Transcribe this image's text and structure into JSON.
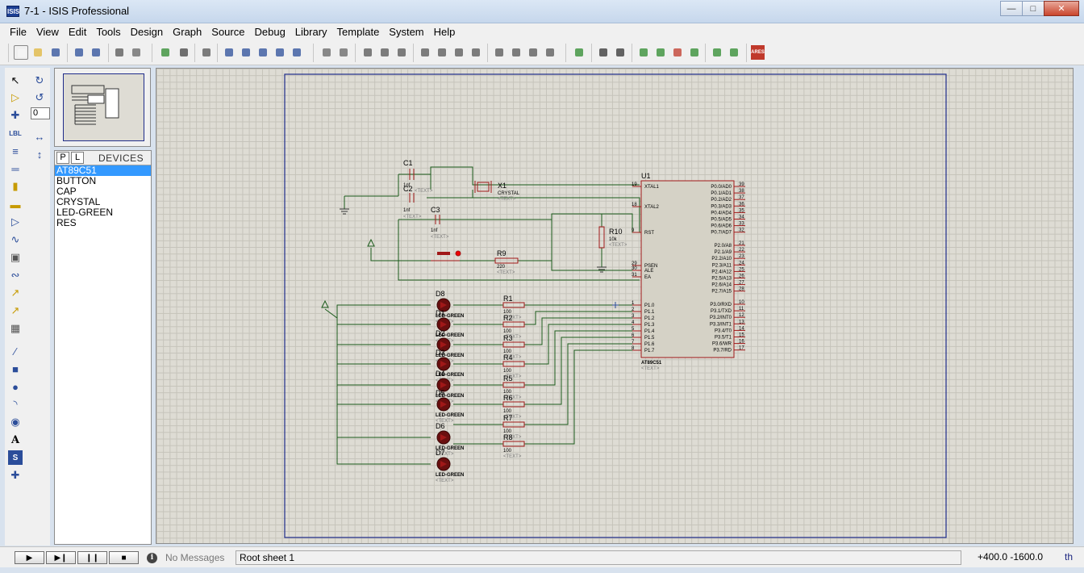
{
  "window": {
    "title": "7-1 - ISIS Professional",
    "icon_text": "ISIS",
    "min_icon": "minimize-icon",
    "max_icon": "maximize-icon",
    "close_icon": "close-icon"
  },
  "menu": [
    "File",
    "View",
    "Edit",
    "Tools",
    "Design",
    "Graph",
    "Source",
    "Debug",
    "Library",
    "Template",
    "System",
    "Help"
  ],
  "toolbar": {
    "ares_label": "ARES"
  },
  "left_tools": {
    "rotation_value": "0"
  },
  "devices": {
    "tab_p": "P",
    "tab_l": "L",
    "title": "DEVICES",
    "items": [
      "AT89C51",
      "BUTTON",
      "CAP",
      "CRYSTAL",
      "LED-GREEN",
      "RES"
    ],
    "selected_index": 0
  },
  "schematic": {
    "u1": {
      "ref": "U1",
      "part": "AT89C51",
      "text_placeholder": "<TEXT>",
      "left_pins": [
        {
          "num": "19",
          "name": "XTAL1"
        },
        {
          "num": "18",
          "name": "XTAL2"
        },
        {
          "num": "9",
          "name": "RST"
        },
        {
          "num": "29",
          "name": "PSEN"
        },
        {
          "num": "30",
          "name": "ALE"
        },
        {
          "num": "31",
          "name": "EA"
        },
        {
          "num": "1",
          "name": "P1.0"
        },
        {
          "num": "2",
          "name": "P1.1"
        },
        {
          "num": "3",
          "name": "P1.2"
        },
        {
          "num": "4",
          "name": "P1.3"
        },
        {
          "num": "5",
          "name": "P1.4"
        },
        {
          "num": "6",
          "name": "P1.5"
        },
        {
          "num": "7",
          "name": "P1.6"
        },
        {
          "num": "8",
          "name": "P1.7"
        }
      ],
      "right_pins": [
        {
          "num": "39",
          "name": "P0.0/AD0"
        },
        {
          "num": "38",
          "name": "P0.1/AD1"
        },
        {
          "num": "37",
          "name": "P0.2/AD2"
        },
        {
          "num": "36",
          "name": "P0.3/AD3"
        },
        {
          "num": "35",
          "name": "P0.4/AD4"
        },
        {
          "num": "34",
          "name": "P0.5/AD5"
        },
        {
          "num": "33",
          "name": "P0.6/AD6"
        },
        {
          "num": "32",
          "name": "P0.7/AD7"
        },
        {
          "num": "21",
          "name": "P2.0/A8"
        },
        {
          "num": "22",
          "name": "P2.1/A9"
        },
        {
          "num": "23",
          "name": "P2.2/A10"
        },
        {
          "num": "24",
          "name": "P2.3/A11"
        },
        {
          "num": "25",
          "name": "P2.4/A12"
        },
        {
          "num": "26",
          "name": "P2.5/A13"
        },
        {
          "num": "27",
          "name": "P2.6/A14"
        },
        {
          "num": "28",
          "name": "P2.7/A15"
        },
        {
          "num": "10",
          "name": "P3.0/RXD"
        },
        {
          "num": "11",
          "name": "P3.1/TXD"
        },
        {
          "num": "12",
          "name": "P3.2/INT0"
        },
        {
          "num": "13",
          "name": "P3.3/INT1"
        },
        {
          "num": "14",
          "name": "P3.4/T0"
        },
        {
          "num": "15",
          "name": "P3.5/T1"
        },
        {
          "num": "16",
          "name": "P3.6/WR"
        },
        {
          "num": "17",
          "name": "P3.7/RD"
        }
      ]
    },
    "caps": [
      {
        "ref": "C1",
        "value": "1nf"
      },
      {
        "ref": "C2",
        "value": "1nf"
      },
      {
        "ref": "C3",
        "value": "1nf"
      }
    ],
    "crystal": {
      "ref": "X1",
      "value": "CRYSTAL"
    },
    "resistors": [
      {
        "ref": "R9",
        "value": "220"
      },
      {
        "ref": "R10",
        "value": "10k"
      },
      {
        "ref": "R1",
        "value": "100"
      },
      {
        "ref": "R2",
        "value": "100"
      },
      {
        "ref": "R3",
        "value": "100"
      },
      {
        "ref": "R4",
        "value": "100"
      },
      {
        "ref": "R5",
        "value": "100"
      },
      {
        "ref": "R6",
        "value": "100"
      },
      {
        "ref": "R7",
        "value": "100"
      },
      {
        "ref": "R8",
        "value": "100"
      }
    ],
    "leds": [
      {
        "ref": "D8",
        "value": "LED-GREEN"
      },
      {
        "ref": "D1",
        "value": "LED-GREEN"
      },
      {
        "ref": "D2",
        "value": "LED-GREEN"
      },
      {
        "ref": "D3",
        "value": "LED-GREEN"
      },
      {
        "ref": "D4",
        "value": "LED-GREEN"
      },
      {
        "ref": "D5",
        "value": "LED-GREEN"
      },
      {
        "ref": "D6",
        "value": "LED-GREEN"
      },
      {
        "ref": "D7",
        "value": "LED-GREEN"
      }
    ]
  },
  "status": {
    "messages": "No Messages",
    "sheet": "Root sheet 1",
    "coords": "+400.0   -1600.0",
    "units": "th"
  },
  "colors": {
    "wire": "#1a5a1a",
    "component": "#a01818",
    "sheet_border": "#1f2c8a",
    "canvas_bg": "#dedcd4",
    "selection": "#3399ff"
  }
}
